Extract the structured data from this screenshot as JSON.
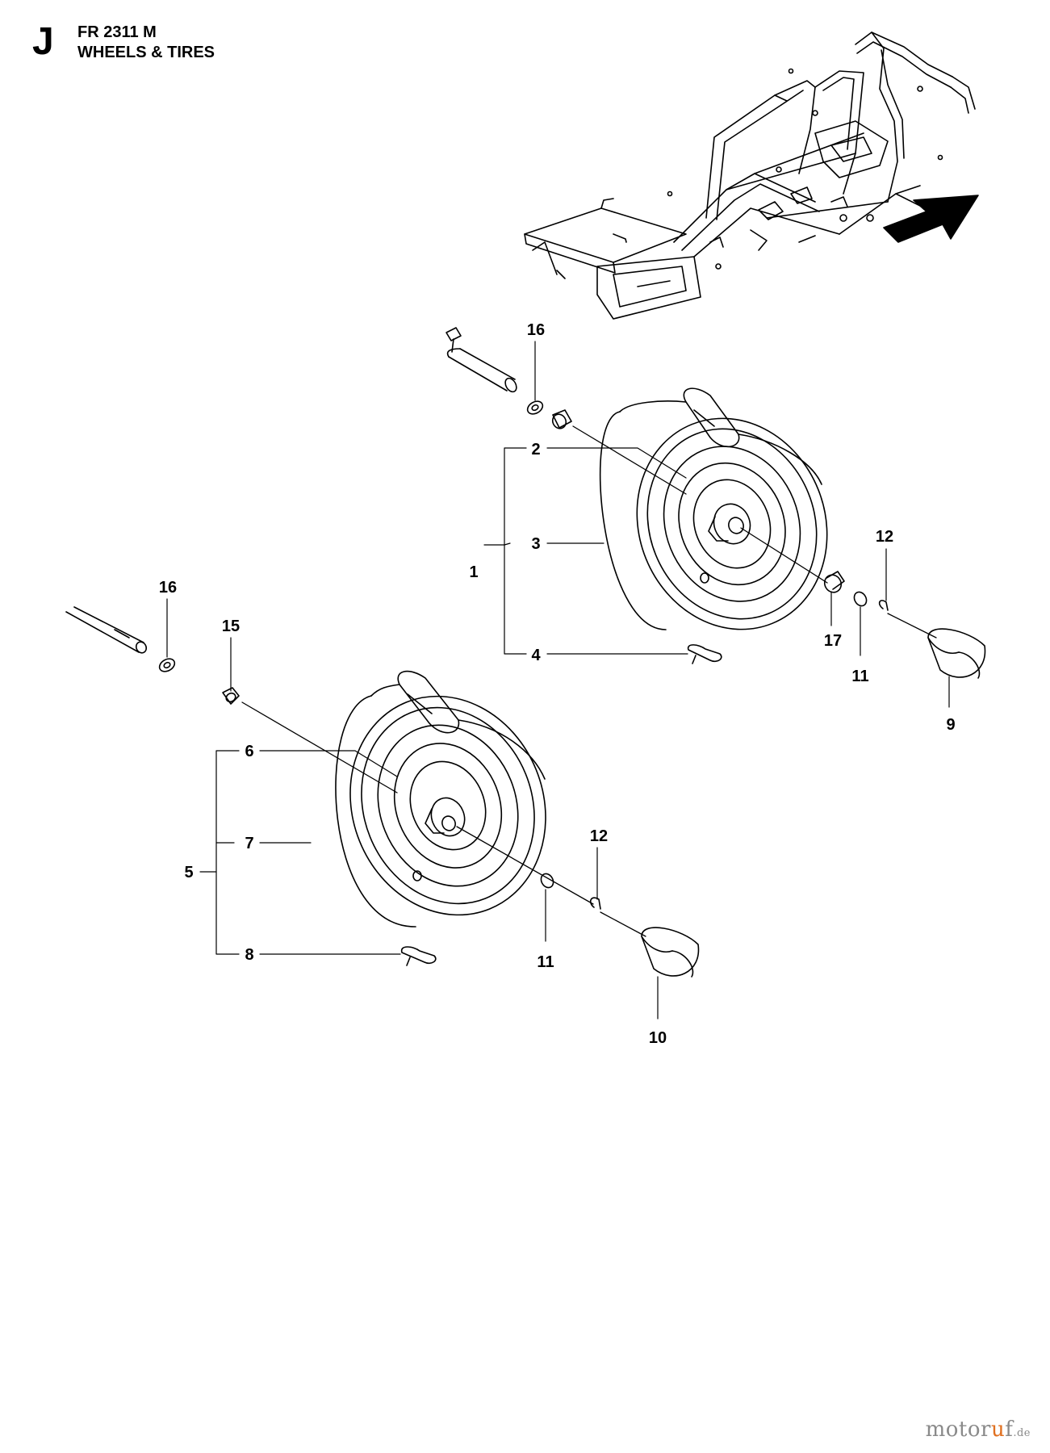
{
  "header": {
    "section_letter": "J",
    "model": "FR 2311 M",
    "title": "WHEELS & TIRES"
  },
  "callouts": {
    "c1": "1",
    "c2": "2",
    "c3": "3",
    "c4": "4",
    "c5": "5",
    "c6": "6",
    "c7": "7",
    "c8": "8",
    "c9": "9",
    "c10": "10",
    "c11a": "11",
    "c11b": "11",
    "c12a": "12",
    "c12b": "12",
    "c15": "15",
    "c16a": "16",
    "c16b": "16",
    "c17": "17"
  },
  "watermark": {
    "brand_start": "motor",
    "brand_dot": "u",
    "brand_end": "f",
    "suffix": ".de"
  },
  "icons": {
    "direction": "arrow-right-icon"
  }
}
